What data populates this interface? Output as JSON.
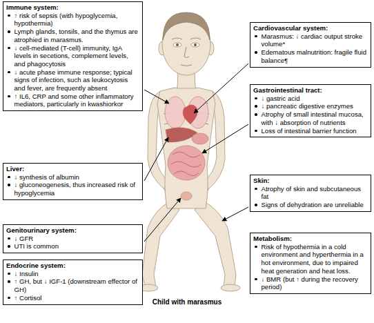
{
  "diagram": {
    "caption": "Child with marasmus",
    "nodes": [
      {
        "text": [
          "Immune system:",
          "↑ risk of sepsis (with hypoglycemia, hypothermia)",
          "Lymph glands, tonsils, and the thymus are atrophied in marasmus.",
          "↓ cell-mediated (T-cell) immunity, IgA levels in secetions, complement levels, and phagocytosis",
          "↓ acute phase immune response; typical signs of infection, such as leukocytosis and fever, are frequently absent",
          "↑ IL6, CRP and some other inflammatory mediators, particularly in kwashiorkor"
        ]
      },
      {
        "text": [
          "Cardiovascular system:",
          "Marasmus: ↓ cardiac output stroke volume*",
          "Edematous malnutrition: fragile fluid balance¶"
        ]
      },
      {
        "text": [
          "Gastrointestinal tract:",
          "↓ gastric acid",
          "↓ pancreatic digestive enzymes",
          "Atrophy of small intestinal mucosa, with ↓ absorption of nutrients",
          "Loss of intestinal barrier function"
        ]
      },
      {
        "text": [
          "Liver:",
          "↓ synthesis of albumin",
          "↓ gluconeogenesis, thus increased risk of hypoglycemia"
        ]
      },
      {
        "text": [
          "Skin:",
          "Atrophy of skin and subcutaneous fat",
          "Signs of dehydration are unreliable"
        ]
      },
      {
        "text": [
          "Genitourinary system:",
          "↓ GFR",
          "UTI is common"
        ]
      },
      {
        "text": [
          "Metabolism:",
          "Risk of hypothermia in a cold environment and hyperthermia in a hot environment, due to impaired heat generation and heat loss.",
          "↓ BMR (but ↑ during the recovery period)"
        ]
      },
      {
        "text": [
          "Endocrine system:",
          "↓ Insulin",
          "↑ GH, but ↓ IGF-1 (downstream effector of GH)",
          "↑ Cortisol"
        ]
      }
    ],
    "edges": []
  }
}
